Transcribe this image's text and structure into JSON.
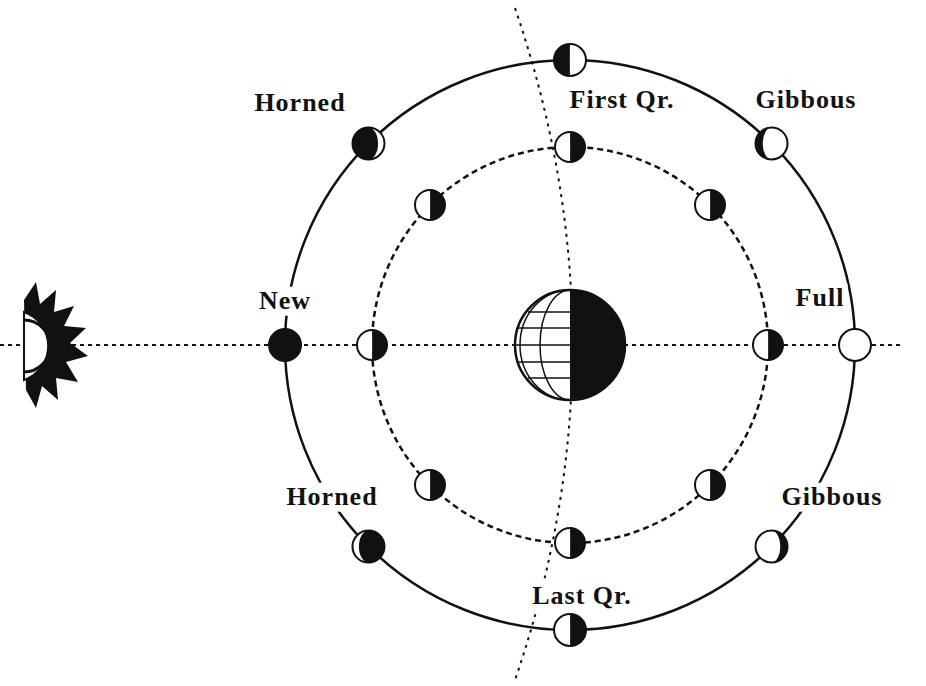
{
  "diagram": {
    "labels": [
      "Horned",
      "First Qr.",
      "Gibbous",
      "New",
      "Full",
      "Horned",
      "Gibbous",
      "Last Qr."
    ]
  }
}
